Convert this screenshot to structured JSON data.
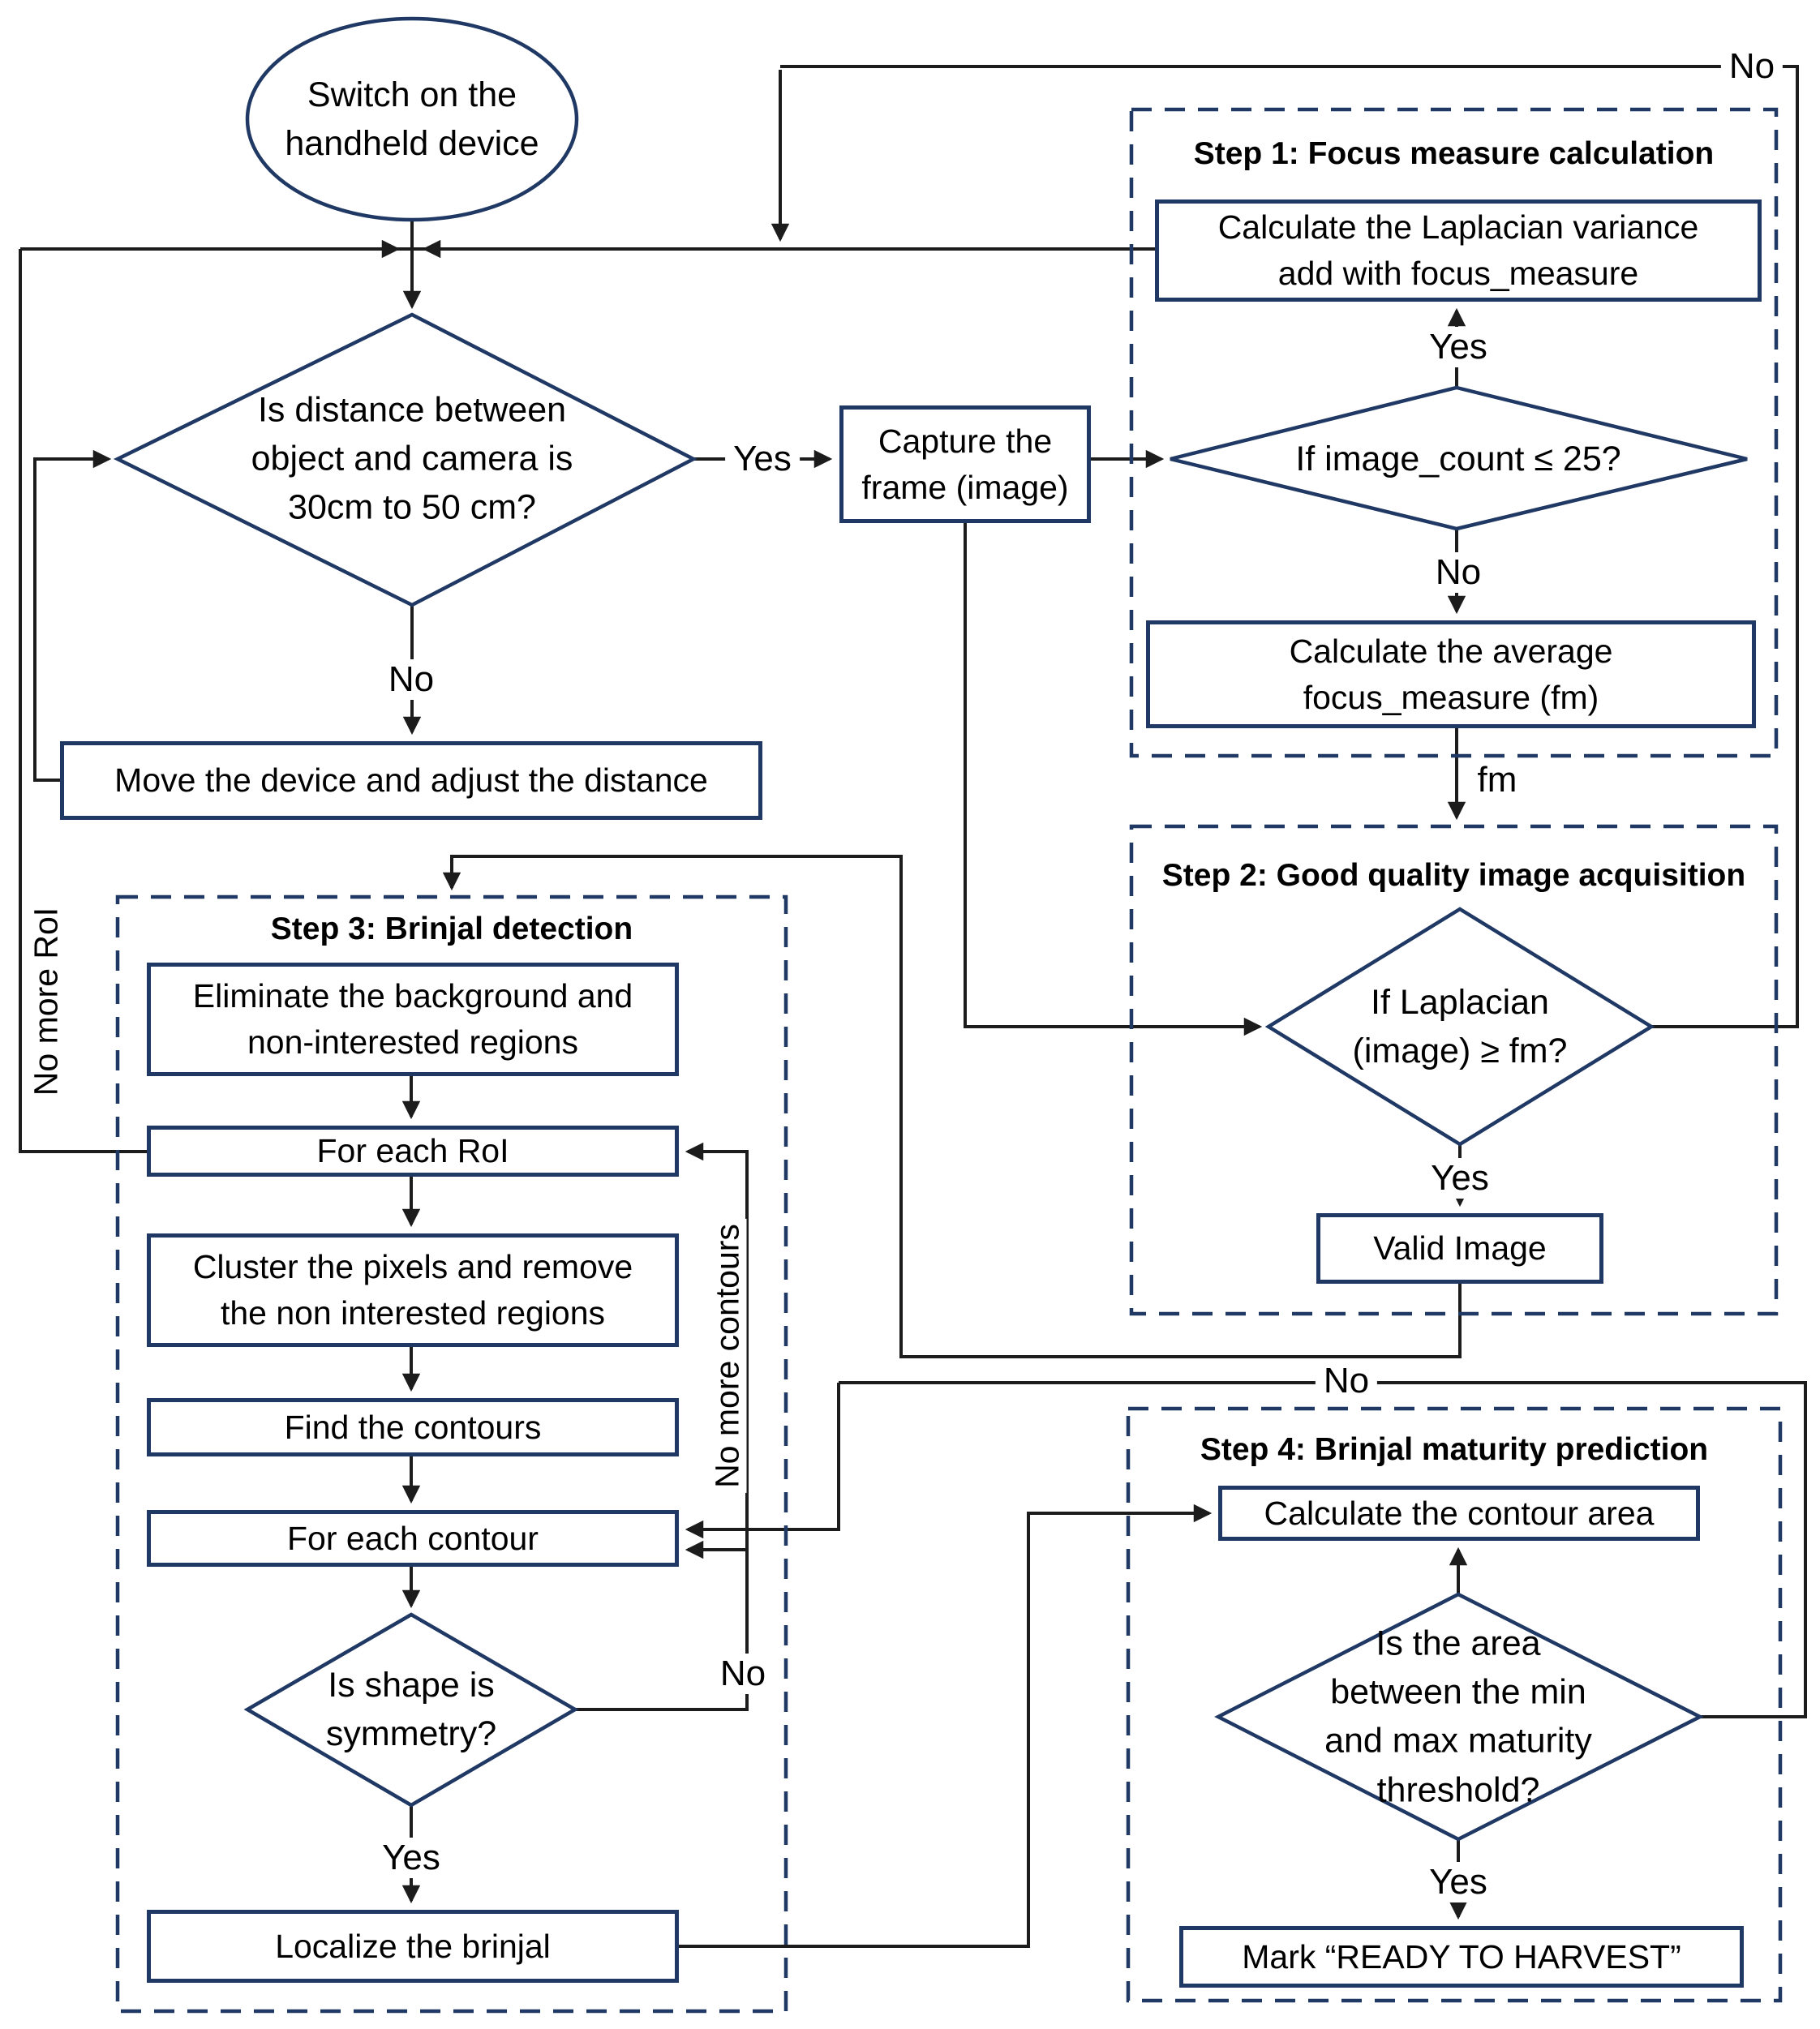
{
  "flowchart": {
    "nodes": {
      "start": {
        "type": "terminator",
        "lines": [
          "Switch on the",
          "handheld device"
        ]
      },
      "distance_check": {
        "type": "decision",
        "lines": [
          "Is distance between",
          "object and camera is",
          "30cm to 50 cm?"
        ]
      },
      "capture_frame": {
        "type": "process",
        "lines": [
          "Capture the",
          "frame (image)"
        ]
      },
      "move_device": {
        "type": "process",
        "lines": [
          "Move the device and adjust the distance"
        ]
      },
      "laplacian_variance": {
        "type": "process",
        "lines": [
          "Calculate the Laplacian variance",
          "add with focus_measure"
        ]
      },
      "image_count_check": {
        "type": "decision",
        "lines": [
          "If image_count ≤ 25?"
        ]
      },
      "average_focus_measure": {
        "type": "process",
        "lines": [
          "Calculate the average",
          "focus_measure (fm)"
        ]
      },
      "laplacian_check": {
        "type": "decision",
        "lines": [
          "If Laplacian",
          "(image) ≥ fm?"
        ]
      },
      "valid_image": {
        "type": "process",
        "lines": [
          "Valid Image"
        ]
      },
      "eliminate_background": {
        "type": "process",
        "lines": [
          "Eliminate the background and",
          "non-interested regions"
        ]
      },
      "for_each_roi": {
        "type": "process",
        "lines": [
          "For each RoI"
        ]
      },
      "cluster_pixels": {
        "type": "process",
        "lines": [
          "Cluster the pixels and remove",
          "the non interested regions"
        ]
      },
      "find_contours": {
        "type": "process",
        "lines": [
          "Find the contours"
        ]
      },
      "for_each_contour": {
        "type": "process",
        "lines": [
          "For each contour"
        ]
      },
      "shape_symmetry_check": {
        "type": "decision",
        "lines": [
          "Is shape is",
          "symmetry?"
        ]
      },
      "localize_brinjal": {
        "type": "process",
        "lines": [
          "Localize the brinjal"
        ]
      },
      "calculate_contour_area": {
        "type": "process",
        "lines": [
          "Calculate the contour area"
        ]
      },
      "maturity_check": {
        "type": "decision",
        "lines": [
          "Is the area",
          "between the min",
          "and max maturity",
          "threshold?"
        ]
      },
      "mark_ready": {
        "type": "process",
        "lines": [
          "Mark “READY TO HARVEST”"
        ]
      }
    },
    "steps": {
      "step1": {
        "title": "Step 1: Focus measure calculation"
      },
      "step2": {
        "title": "Step 2: Good quality image acquisition"
      },
      "step3": {
        "title": "Step 3: Brinjal detection"
      },
      "step4": {
        "title": "Step 4: Brinjal maturity prediction"
      }
    },
    "edge_labels": {
      "yes_distance": "Yes",
      "no_distance": "No",
      "yes_image_count": "Yes",
      "no_image_count": "No",
      "no_quality": "No",
      "fm": "fm",
      "yes_quality": "Yes",
      "no_maturity": "No",
      "yes_shape": "Yes",
      "no_shape": "No",
      "yes_maturity": "Yes",
      "no_more_roi": "No more RoI",
      "no_more_contours": "No more contours"
    },
    "colors": {
      "shape_border": "#1f3864",
      "flow_line": "#1c1c1c",
      "text": "#000000",
      "background": "#ffffff"
    }
  }
}
